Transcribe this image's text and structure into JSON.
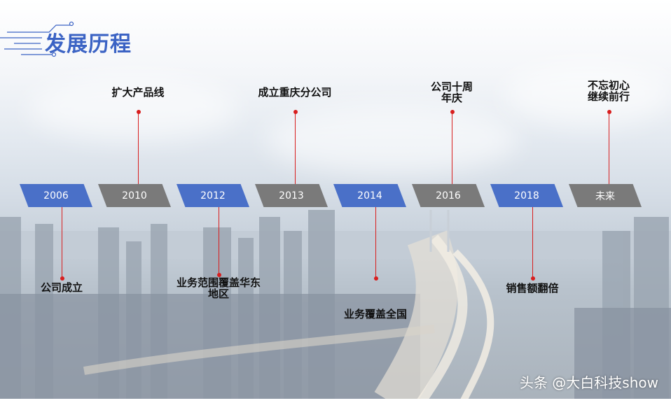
{
  "title": "发展历程",
  "timeline": [
    {
      "year": "2006",
      "label": "公司成立",
      "color": "blue"
    },
    {
      "year": "2010",
      "label": "扩大产品线",
      "color": "gray"
    },
    {
      "year": "2012",
      "label": "业务范围覆盖华东\n地区",
      "color": "blue"
    },
    {
      "year": "2013",
      "label": "成立重庆分公司",
      "color": "gray"
    },
    {
      "year": "2014",
      "label": "业务覆盖全国",
      "color": "blue"
    },
    {
      "year": "2016",
      "label": "公司十周\n年庆",
      "color": "gray"
    },
    {
      "year": "2018",
      "label": "销售额翻倍",
      "color": "blue"
    },
    {
      "year": "未来",
      "label": "不忘初心\n继续前行",
      "color": "gray"
    }
  ],
  "watermark": "头条 @大白科技show",
  "colors": {
    "blue": "#4a70c8",
    "gray": "#7a7a7a",
    "accent": "#d81e1e",
    "title": "#3b63c4"
  }
}
